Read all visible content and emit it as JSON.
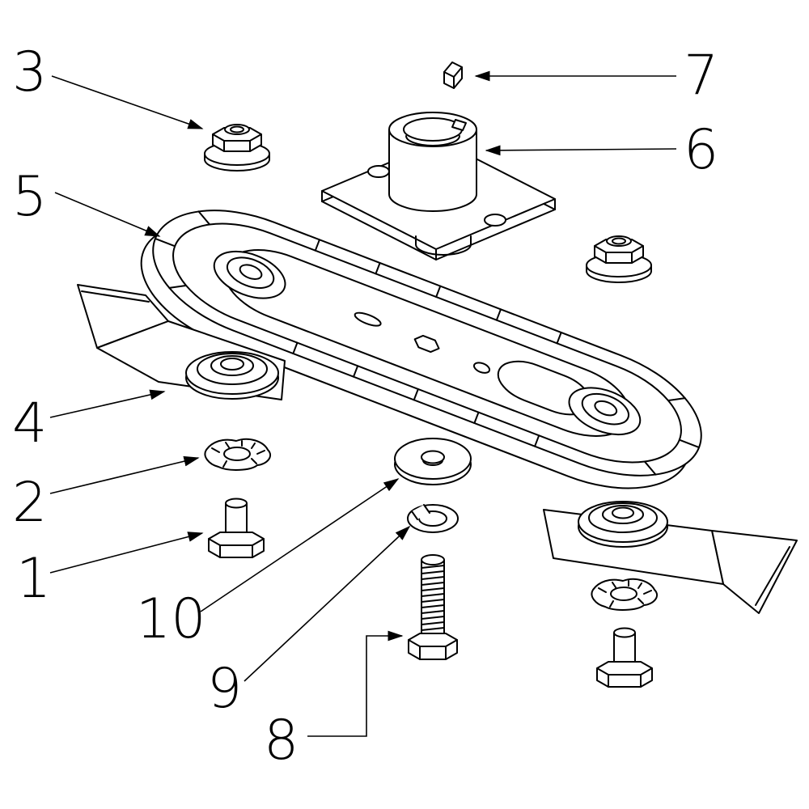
{
  "colors": {
    "background": "#ffffff",
    "line": "#000000"
  },
  "diagram": {
    "type": "exploded-parts-diagram",
    "subject": "mower blade carrier assembly",
    "callouts": [
      {
        "label": "1",
        "part": "hex-bolt-left"
      },
      {
        "label": "2",
        "part": "wave-washer-left"
      },
      {
        "label": "3",
        "part": "flange-lock-nut-top"
      },
      {
        "label": "4",
        "part": "swing-blade-left"
      },
      {
        "label": "5",
        "part": "blade-carrier-disc"
      },
      {
        "label": "6",
        "part": "blade-adapter-hub"
      },
      {
        "label": "7",
        "part": "drive-key"
      },
      {
        "label": "8",
        "part": "hex-bolt-center"
      },
      {
        "label": "9",
        "part": "lock-washer"
      },
      {
        "label": "10",
        "part": "flat-washer"
      }
    ],
    "unlabeled_parts": [
      "flange-lock-nut-right",
      "swing-blade-right",
      "wave-washer-right",
      "hex-bolt-right"
    ]
  }
}
